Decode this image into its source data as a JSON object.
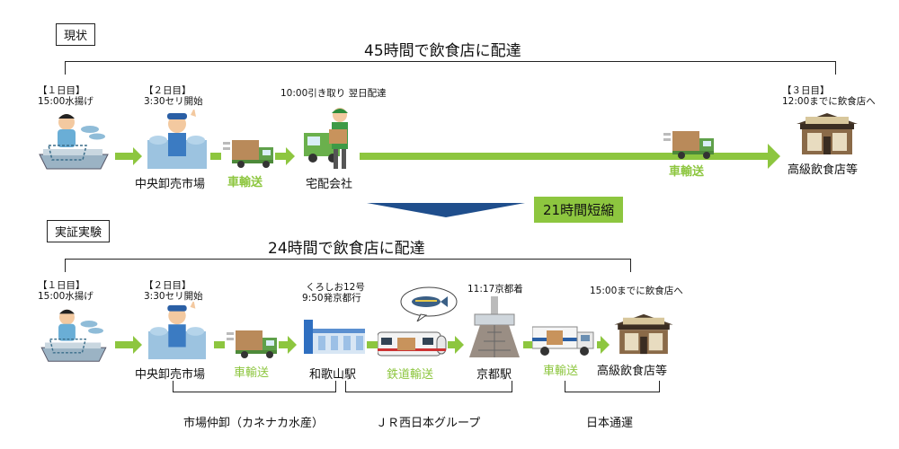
{
  "current": {
    "tag": "現状",
    "title": "45時間で飲食店に配達",
    "day1": "【１日目】",
    "day1_time": "15:00水揚げ",
    "day2": "【２日目】",
    "day2_time": "3:30セリ開始",
    "pickup": "10:00引き取り 翌日配達",
    "day3": "【３日目】",
    "day3_time": "12:00までに飲食店へ",
    "market": "中央卸売市場",
    "truck1": "車輸送",
    "courier": "宅配会社",
    "truck2": "車輸送",
    "restaurant": "高級飲食店等"
  },
  "reduction": {
    "label": "21時間短縮"
  },
  "trial": {
    "tag": "実証実験",
    "title": "24時間で飲食店に配達",
    "day1": "【１日目】",
    "day1_time": "15:00水揚げ",
    "day2": "【２日目】",
    "day2_time": "3:30セリ開始",
    "train_name": "くろしお12号",
    "train_time": "9:50発京都行",
    "kyoto_arrival": "11:17京都着",
    "deliver_time": "15:00までに飲食店へ",
    "market": "中央卸売市場",
    "truck1": "車輸送",
    "wakayama": "和歌山駅",
    "rail": "鉄道輸送",
    "kyoto": "京都駅",
    "truck2": "車輸送",
    "restaurant": "高級飲食店等",
    "group1": "市場仲卸（カネナカ水産）",
    "group2": "ＪＲ西日本グループ",
    "group3": "日本通運"
  },
  "colors": {
    "arrow": "#8dc63f",
    "truck_text": "#8dc63f",
    "reduction_arrow": "#1f4e8c"
  },
  "icons": [
    "fisherman-icon",
    "auctioneer-icon",
    "truck-icon",
    "courier-icon",
    "restaurant-icon",
    "station-icon",
    "train-icon",
    "fish-bubble-icon",
    "kyoto-tower-icon",
    "box-truck-icon"
  ]
}
